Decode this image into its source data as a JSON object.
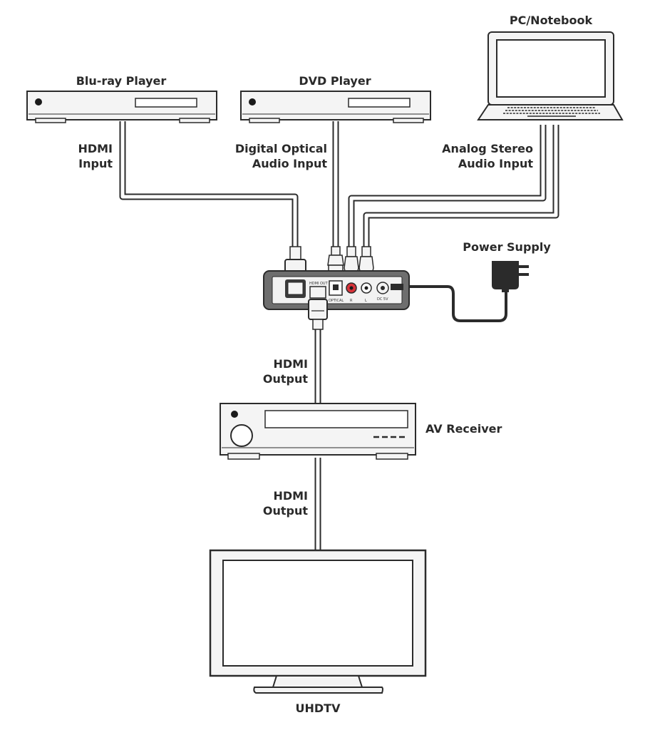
{
  "devices": {
    "bluray": "Blu-ray Player",
    "dvd": "DVD Player",
    "pc": "PC/Notebook",
    "power": "Power Supply",
    "receiver": "AV Receiver",
    "tv": "UHDTV"
  },
  "connections": {
    "hdmi_input_1": "HDMI",
    "hdmi_input_2": "Input",
    "optical_1": "Digital Optical",
    "optical_2": "Audio Input",
    "analog_1": "Analog Stereo",
    "analog_2": "Audio Input",
    "hdmi_output_a_1": "HDMI",
    "hdmi_output_a_2": "Output",
    "hdmi_output_b_1": "HDMI",
    "hdmi_output_b_2": "Output"
  },
  "colors": {
    "line": "#2b2b2b",
    "device_fill": "#f4f4f4",
    "box_fill": "#6e6e6e",
    "panel_fill": "#f2f2f2",
    "rca_red": "#d8333a"
  }
}
